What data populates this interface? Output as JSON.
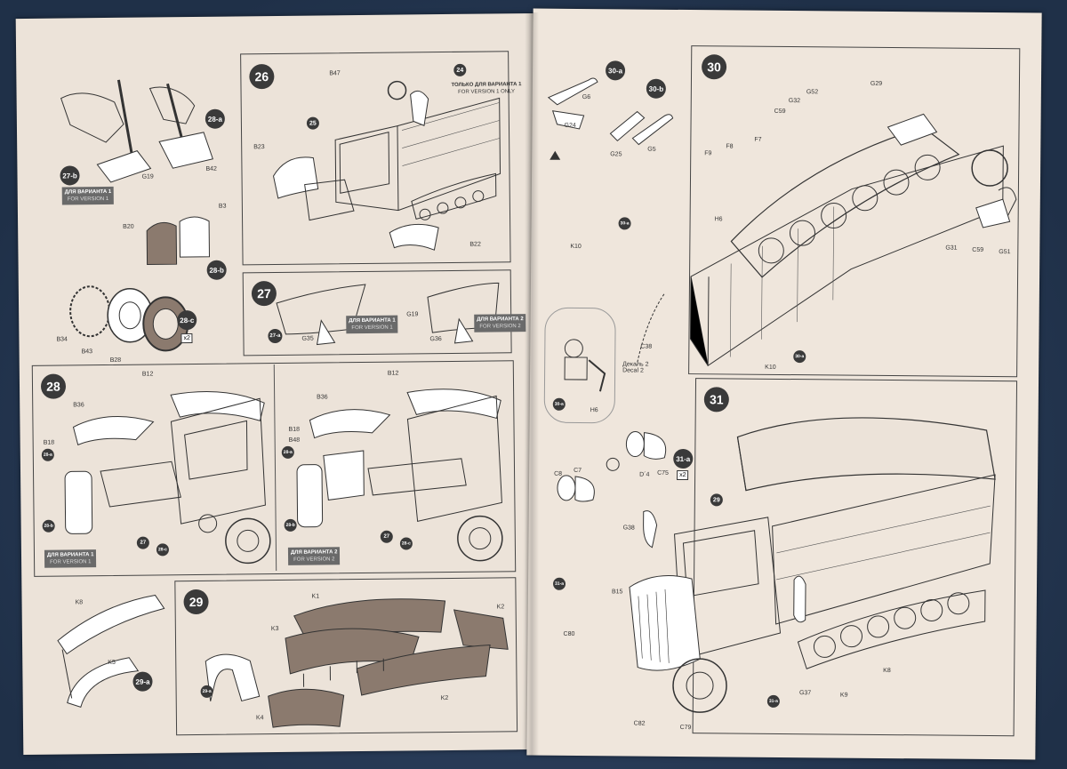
{
  "left_page": {
    "steps": [
      {
        "id": "26",
        "label": "26"
      },
      {
        "id": "27",
        "label": "27"
      },
      {
        "id": "28",
        "label": "28"
      },
      {
        "id": "29",
        "label": "29"
      }
    ],
    "substeps": {
      "s27b": "27-b",
      "s28a": "28-a",
      "s28b": "28-b",
      "s28c": "28-c",
      "s29a": "29-a",
      "s24": "24",
      "s25": "25",
      "s27": "27",
      "s27a": "27-a",
      "s28a1": "28-a",
      "s28b1": "28-b",
      "s28c1": "28-c",
      "s28a2": "28-a",
      "s28b2": "28-b",
      "s28c2": "28-c",
      "s27_2": "27",
      "s27_3": "27",
      "s29a2": "29-a"
    },
    "parts": {
      "g19": "G19",
      "b42": "B42",
      "b20": "B20",
      "b3": "B3",
      "b34": "B34",
      "b43": "B43",
      "b28": "B28",
      "b47": "B47",
      "b23": "B23",
      "b22": "B22",
      "g35": "G35",
      "g19b": "G19",
      "g36": "G36",
      "b12": "B12",
      "b36": "B36",
      "b18": "B18",
      "b12b": "B12",
      "b36b": "B36",
      "b18b": "B18",
      "b48": "B48",
      "k8": "K8",
      "k5": "K5",
      "k1": "K1",
      "k2": "K2",
      "k3": "K3",
      "k2b": "K2",
      "k4": "K4"
    },
    "x2": "x2",
    "version_boxes": {
      "v26_ru": "ТОЛЬКО ДЛЯ ВАРИАНТА 1",
      "v26_en": "FOR VERSION 1 ONLY",
      "v27b_ru": "ДЛЯ ВАРИАНТА 1",
      "v27b_en": "FOR VERSION 1",
      "v27_1_ru": "ДЛЯ ВАРИАНТА 1",
      "v27_1_en": "FOR VERSION 1",
      "v27_2_ru": "ДЛЯ ВАРИАНТА 2",
      "v27_2_en": "FOR VERSION 2",
      "v28_1_ru": "ДЛЯ ВАРИАНТА 1",
      "v28_1_en": "FOR VERSION 1",
      "v28_2_ru": "ДЛЯ ВАРИАНТА 2",
      "v28_2_en": "FOR VERSION 2"
    }
  },
  "right_page": {
    "steps": [
      {
        "id": "30",
        "label": "30"
      },
      {
        "id": "31",
        "label": "31"
      }
    ],
    "substeps": {
      "s30a": "30-a",
      "s30b": "30-b",
      "s31a": "31-a",
      "s30a1": "30-a",
      "s30a2": "30-a",
      "s30a3": "30-a",
      "s29": "29",
      "s31a1": "31-a",
      "s31a2": "31-a"
    },
    "parts": {
      "g6": "G6",
      "g24": "G24",
      "g25": "G25",
      "g5": "G5",
      "g29": "G29",
      "g52": "G52",
      "g32": "G32",
      "c59": "C59",
      "f7": "F7",
      "f8": "F8",
      "f9": "F9",
      "h6": "H6",
      "k10": "K10",
      "k10b": "K10",
      "c38": "C38",
      "h6b": "H6",
      "g31": "G31",
      "c59b": "C59",
      "g51": "G51",
      "c8": "C8",
      "c7": "C7",
      "d4": "D´4",
      "c75": "C75",
      "g38": "G38",
      "b15": "B15",
      "c80": "C80",
      "c82": "C82",
      "c79": "C79",
      "g37": "G37",
      "k9": "K9",
      "k8": "K8"
    },
    "decal_ru": "Декаль 2",
    "decal_en": "Decal 2",
    "x2": "x2"
  },
  "colors": {
    "background": "#2a3d55",
    "paper": "#ece3d9",
    "badge": "#3a3a3a",
    "version_box": "#6a6a6a"
  }
}
